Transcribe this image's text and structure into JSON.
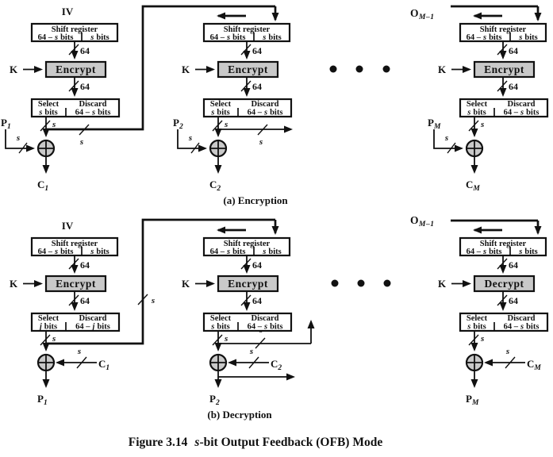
{
  "figure_caption": {
    "prefix": "Figure 3.14",
    "italic": "s",
    "suffix": "-bit Output Feedback (OFB) Mode"
  },
  "labels": {
    "shift_register": "Shift register",
    "n64_dash": "64 –",
    "bits": "bits",
    "n64": "64",
    "select": "Select",
    "discard": "Discard",
    "s": "s"
  },
  "colors": {
    "box_fill": "#c9c9c9",
    "line": "#111111",
    "background": "#ffffff"
  },
  "enc": {
    "caption": "(a) Encryption",
    "stages": [
      {
        "top": "IV",
        "key": "K",
        "cipher": "Encrypt",
        "select_bits": "s",
        "input": "P",
        "input_sub": "1",
        "output": "C",
        "output_sub": "1"
      },
      {
        "key": "K",
        "cipher": "Encrypt",
        "select_bits": "s",
        "input": "P",
        "input_sub": "2",
        "output": "C",
        "output_sub": "2"
      },
      {
        "top_base": "O",
        "top_sub": "M–1",
        "key": "K",
        "cipher": "Encrypt",
        "select_bits": "s",
        "input": "P",
        "input_sub": "M",
        "output": "C",
        "output_sub": "M"
      }
    ]
  },
  "dec": {
    "caption": "(b) Decryption",
    "stages": [
      {
        "top": "IV",
        "key": "K",
        "cipher": "Encrypt",
        "select_bits": "j",
        "input": "C",
        "input_sub": "1",
        "output": "P",
        "output_sub": "1"
      },
      {
        "key": "K",
        "cipher": "Encrypt",
        "select_bits": "s",
        "input": "C",
        "input_sub": "2",
        "output": "P",
        "output_sub": "2"
      },
      {
        "top_base": "O",
        "top_sub": "M–1",
        "key": "K",
        "cipher": "Decrypt",
        "select_bits": "s",
        "input": "C",
        "input_sub": "M",
        "output": "P",
        "output_sub": "M"
      }
    ]
  }
}
